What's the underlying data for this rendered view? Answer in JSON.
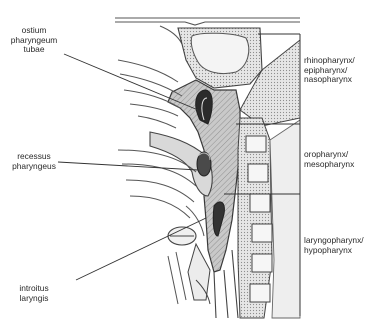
{
  "labels": {
    "ostium": [
      "ostium",
      "pharyngeum",
      "tubae"
    ],
    "recessus": [
      "recessus",
      "pharyngeus"
    ],
    "introitus": [
      "introitus",
      "laryngis"
    ],
    "rhinopharynx": [
      "rhinopharynx/",
      "epipharynx/",
      "nasopharynx"
    ],
    "oropharynx": [
      "oropharynx/",
      "mesopharynx"
    ],
    "laryngopharynx": [
      "laryngopharynx/",
      "hypopharynx"
    ]
  }
}
